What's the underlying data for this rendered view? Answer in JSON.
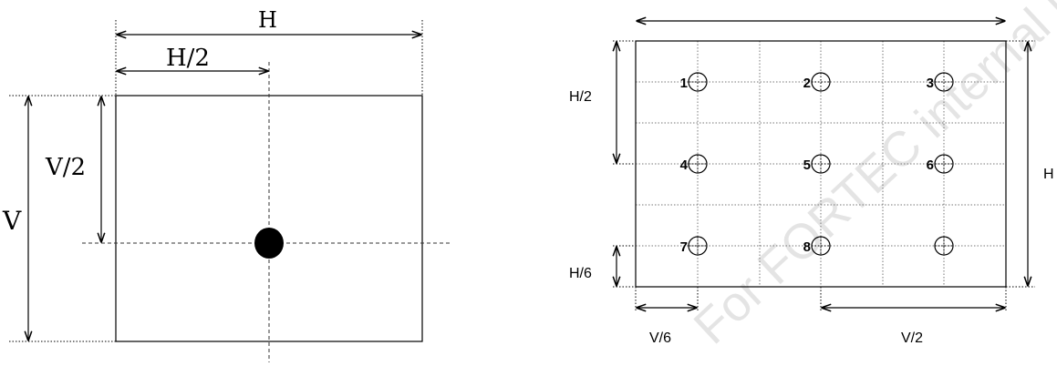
{
  "left_diagram": {
    "label_h_top": "H",
    "label_h_half": "H/2",
    "label_v_half": "V/2",
    "label_v": "V"
  },
  "right_diagram": {
    "label_h_half": "H/2",
    "label_h_sixth": "H/6",
    "label_h_right": "H",
    "label_v_sixth": "V/6",
    "label_v_half": "V/2",
    "points": [
      {
        "label": "1"
      },
      {
        "label": "2"
      },
      {
        "label": "3"
      },
      {
        "label": "4"
      },
      {
        "label": "5"
      },
      {
        "label": "6"
      },
      {
        "label": "7"
      },
      {
        "label": "8"
      },
      {
        "label": ""
      }
    ]
  },
  "watermark": "For FORTEC internal use"
}
